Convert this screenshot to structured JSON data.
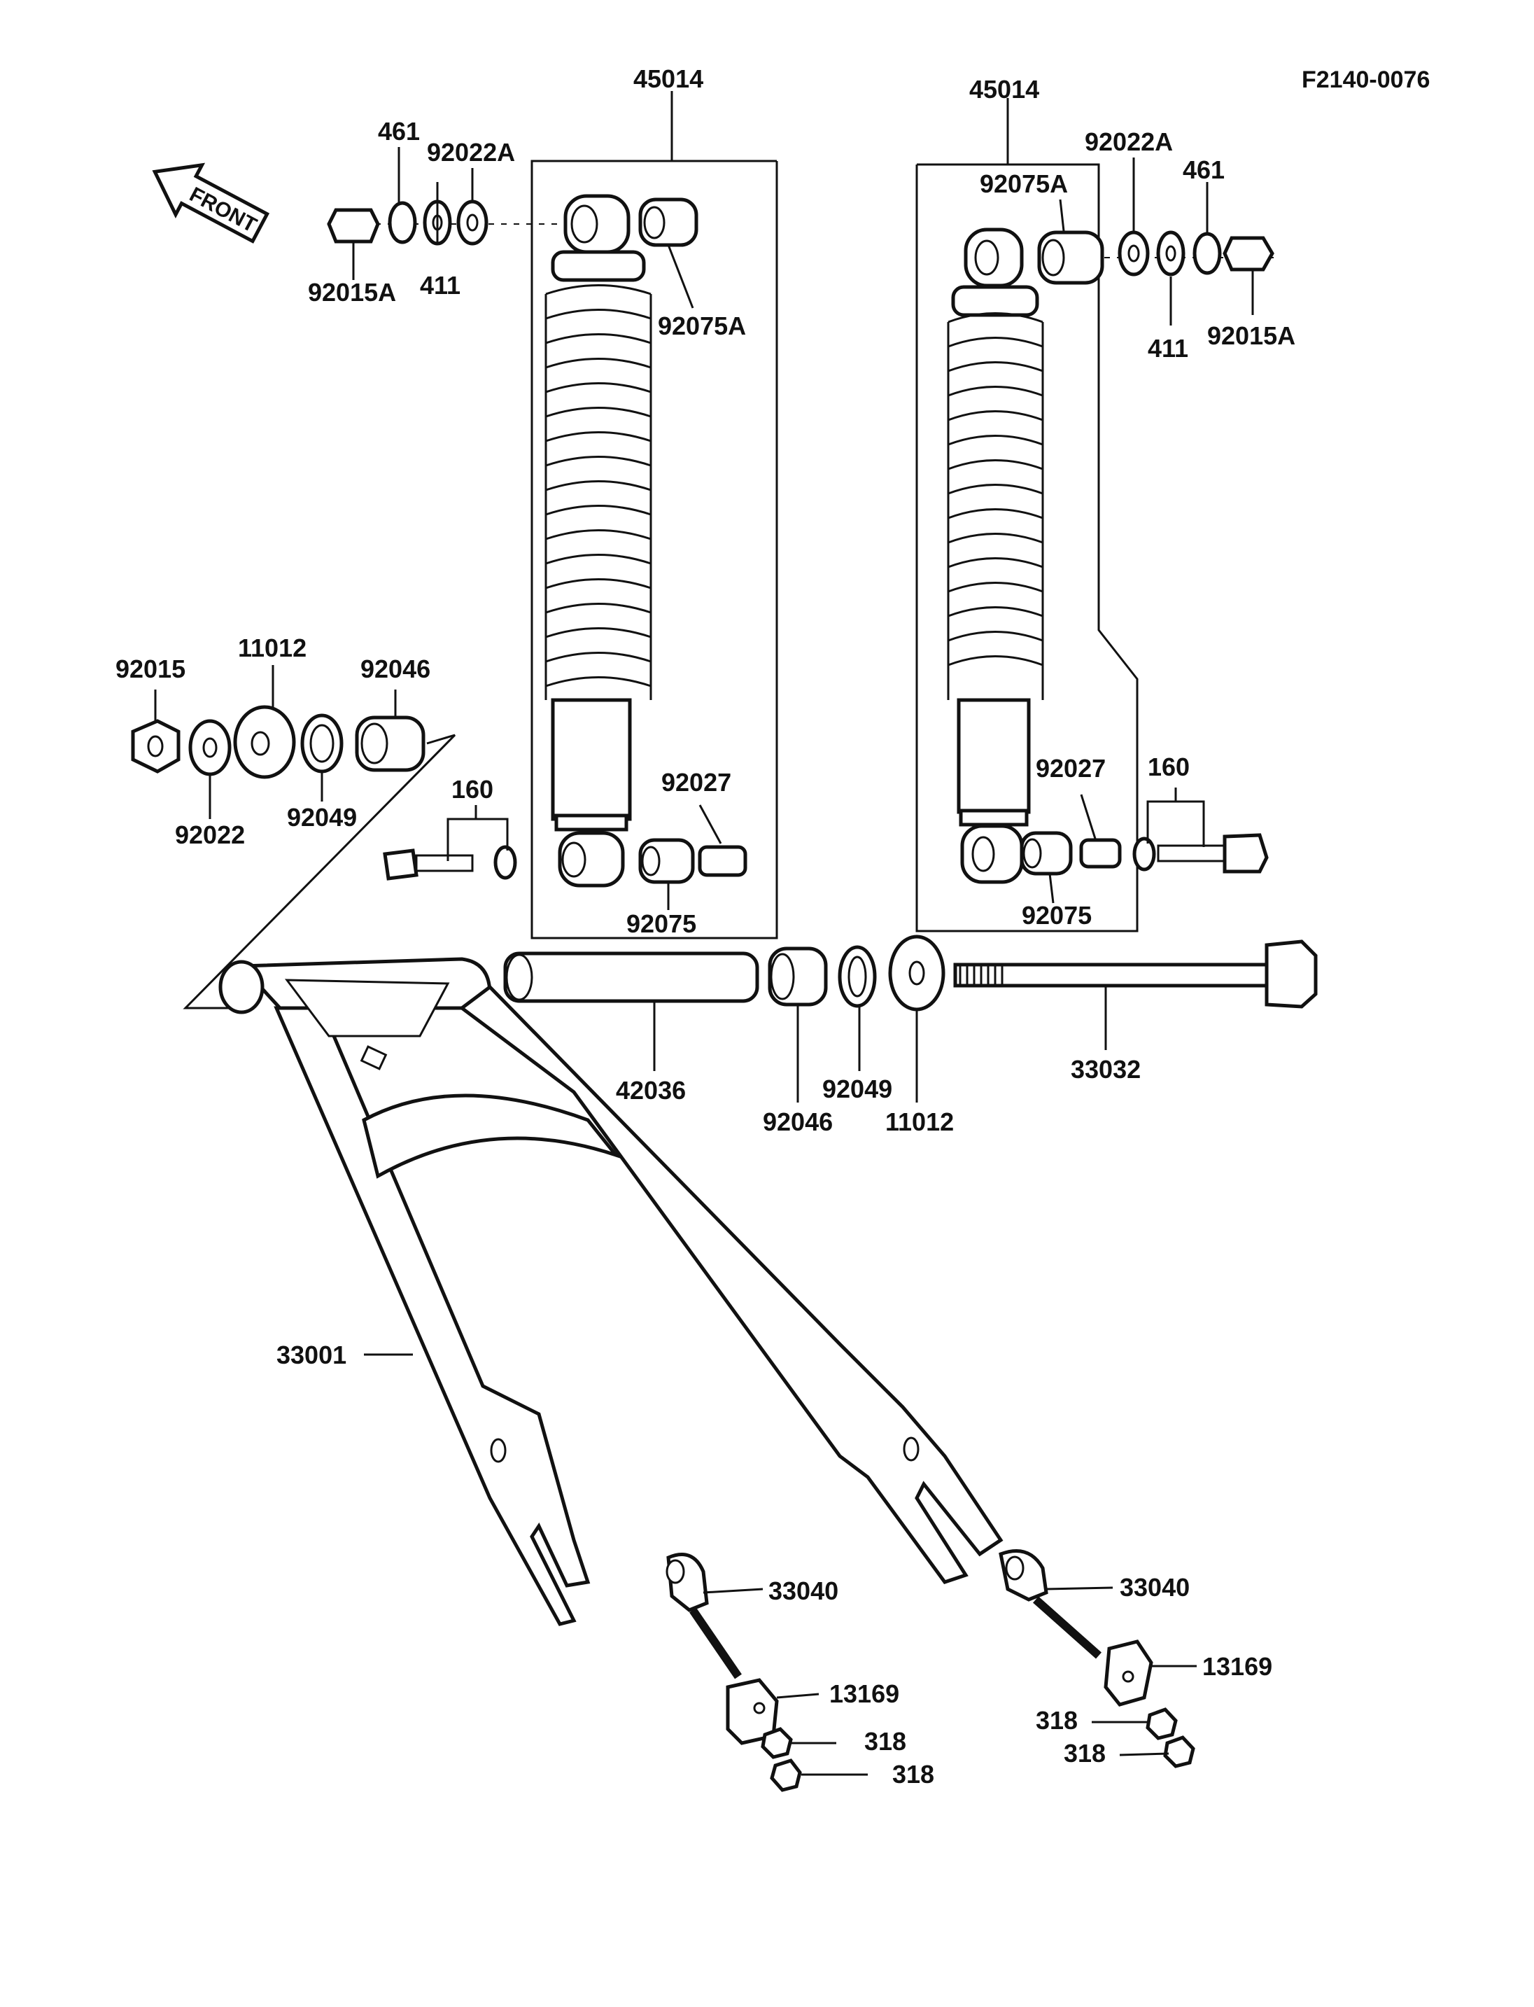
{
  "reference": "F2140-0076",
  "front_label": "FRONT",
  "parts": {
    "shock_left": "45014",
    "shock_right": "45014",
    "cap_nut_left": "92015A",
    "cap_nut_right": "92015A",
    "washer_461_left": "461",
    "washer_461_right": "461",
    "washer_411_left": "411",
    "washer_411_right": "411",
    "washer_92022a_left": "92022A",
    "washer_92022a_right": "92022A",
    "bushing_top_left": "92075A",
    "bushing_top_right": "92075A",
    "bushing_bottom_left": "92075",
    "bushing_bottom_right": "92075",
    "collar_left": "92027",
    "collar_right": "92027",
    "bolt_left": "160",
    "bolt_right": "160",
    "nut_pivot": "92015",
    "washer_pivot": "92022",
    "cap_left": "11012",
    "cap_right": "11012",
    "seal_left": "92049",
    "seal_right": "92049",
    "needle_bearing_left": "92046",
    "needle_bearing_right": "92046",
    "sleeve": "42036",
    "pivot_shaft": "33032",
    "swing_arm": "33001",
    "adjuster_left": "33040",
    "adjuster_right": "33040",
    "block_left": "13169",
    "block_right": "13169",
    "nut_318_a": "318",
    "nut_318_b": "318",
    "nut_318_c": "318",
    "nut_318_d": "318"
  }
}
